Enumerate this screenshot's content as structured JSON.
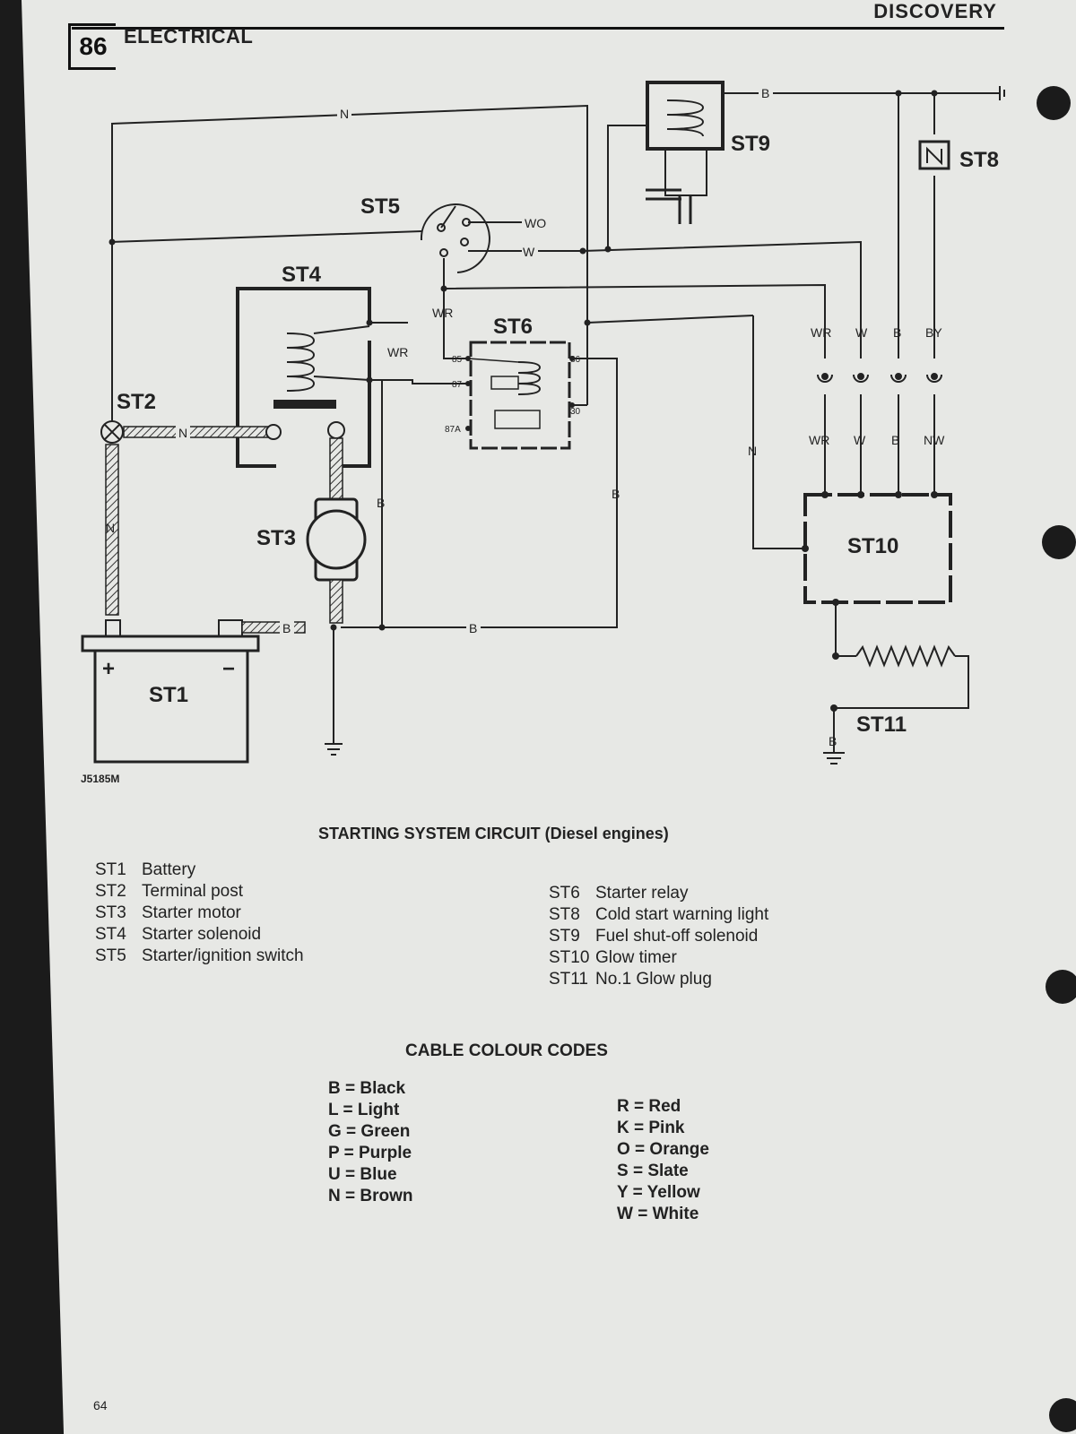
{
  "header": {
    "page_number": "86",
    "section": "ELECTRICAL",
    "book": "DISCOVERY"
  },
  "diagram": {
    "components": {
      "st1": "ST1",
      "st2": "ST2",
      "st3": "ST3",
      "st4": "ST4",
      "st5": "ST5",
      "st6": "ST6",
      "st8": "ST8",
      "st9": "ST9",
      "st10": "ST10",
      "st11": "ST11"
    },
    "wire_labels": {
      "n": "N",
      "b": "B",
      "wo": "WO",
      "w": "W",
      "wr": "WR",
      "by": "BY",
      "nw": "NW"
    },
    "relay_pins": {
      "p85": "85",
      "p87": "87",
      "p87a": "87A",
      "p86": "86",
      "p30": "30"
    },
    "battery_plus": "+",
    "battery_minus": "−",
    "figure_code": "J5185M"
  },
  "caption": "STARTING SYSTEM CIRCUIT (Diesel engines)",
  "legend_left": [
    {
      "code": "ST1",
      "name": "Battery"
    },
    {
      "code": "ST2",
      "name": "Terminal post"
    },
    {
      "code": "ST3",
      "name": "Starter motor"
    },
    {
      "code": "ST4",
      "name": "Starter solenoid"
    },
    {
      "code": "ST5",
      "name": "Starter/ignition switch"
    }
  ],
  "legend_right": [
    {
      "code": "ST6",
      "name": "Starter relay"
    },
    {
      "code": "ST8",
      "name": "Cold start warning light"
    },
    {
      "code": "ST9",
      "name": "Fuel shut-off solenoid"
    },
    {
      "code": "ST10",
      "name": "Glow timer"
    },
    {
      "code": "ST11",
      "name": "No.1 Glow plug"
    }
  ],
  "cable_codes_title": "CABLE COLOUR CODES",
  "colors_left": [
    "B = Black",
    "L = Light",
    "G = Green",
    "P = Purple",
    "U = Blue",
    "N = Brown"
  ],
  "colors_right": [
    "R = Red",
    "K = Pink",
    "O = Orange",
    "S = Slate",
    "Y = Yellow",
    "W = White"
  ],
  "footer_page": "64"
}
